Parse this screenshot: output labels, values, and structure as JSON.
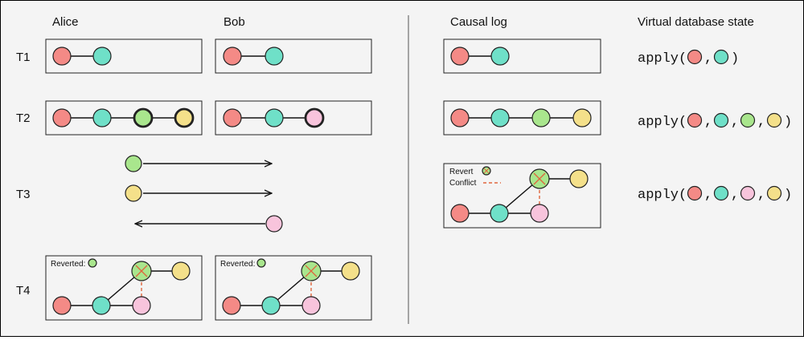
{
  "colors": {
    "red": "#f48a86",
    "teal": "#6fe0c8",
    "green": "#a9e68d",
    "yellow": "#f4e08a",
    "pink": "#f8c4dc",
    "conflict": "#e0653d"
  },
  "headers": {
    "alice": "Alice",
    "bob": "Bob",
    "causal_log": "Causal log",
    "virtual_state": "Virtual database state"
  },
  "rows": {
    "t1": "T1",
    "t2": "T2",
    "t3": "T3",
    "t4": "T4"
  },
  "legend": {
    "revert": "Revert",
    "conflict": "Conflict",
    "reverted": "Reverted:"
  },
  "apply": {
    "prefix": "apply(",
    "sep": ",",
    "suffix": ")",
    "t1": [
      "red",
      "teal"
    ],
    "t2": [
      "red",
      "teal",
      "green",
      "yellow"
    ],
    "t3": [
      "red",
      "teal",
      "pink",
      "yellow"
    ]
  }
}
